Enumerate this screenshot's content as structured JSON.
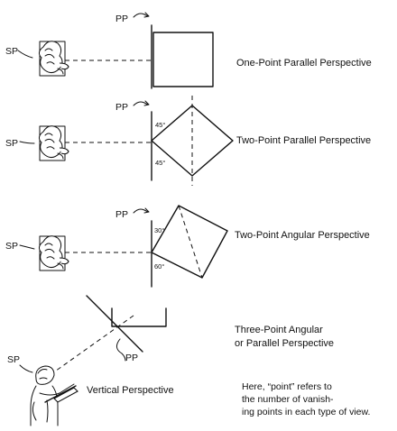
{
  "labels": {
    "pp": "PP",
    "sp": "SP"
  },
  "panels": [
    {
      "caption": "One-Point Parallel Perspective"
    },
    {
      "caption": "Two-Point Parallel Perspective",
      "angles": [
        "45°",
        "45°"
      ]
    },
    {
      "caption": "Two-Point Angular Perspective",
      "angles": [
        "30°",
        "60°"
      ]
    },
    {
      "caption_lines": [
        "Three-Point Angular",
        "or Parallel Perspective"
      ]
    }
  ],
  "vertical_caption": "Vertical Perspective",
  "note_lines": [
    "Here, “point” refers to",
    "the number of vanish-",
    "ing points in each type of view."
  ]
}
